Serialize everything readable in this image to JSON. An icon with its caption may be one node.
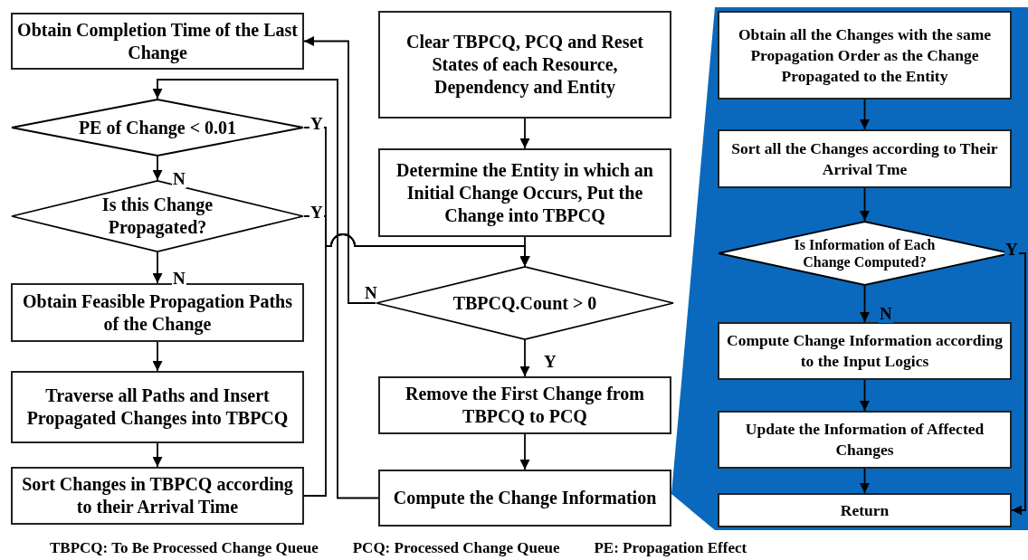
{
  "diagram": {
    "nodes": [
      {
        "text": [
          "Obtain Completion Time of the Last Change"
        ]
      },
      {
        "text": [
          "PE of Change < 0.01"
        ]
      },
      {
        "text": [
          "Is this Change Propagated?"
        ]
      },
      {
        "text": [
          "Obtain Feasible Propagation Paths of the Change"
        ]
      },
      {
        "text": [
          "Traverse all Paths and Insert Propagated Changes into TBPCQ"
        ]
      },
      {
        "text": [
          "Sort Changes in TBPCQ according to their Arrival Time"
        ]
      },
      {
        "text": [
          "Clear TBPCQ, PCQ and Reset States of each Resource, Dependency and Entity"
        ]
      },
      {
        "text": [
          "Determine the Entity in which an Initial Change Occurs, Put the Change into TBPCQ"
        ]
      },
      {
        "text": [
          "TBPCQ.Count > 0"
        ]
      },
      {
        "text": [
          "Remove the First Change from TBPCQ to PCQ"
        ]
      },
      {
        "text": [
          "Compute the Change Information"
        ]
      },
      {
        "text": [],
        "shape": "box"
      },
      {
        "text": [
          "Obtain all the Changes with the same Propagation Order  as the Change Propagated to the Entity"
        ],
        "in": 11
      },
      {
        "text": [
          "Sort all the Changes according to Their Arrival Tme"
        ],
        "in": 11
      },
      {
        "text": [
          "Is Information of Each Change Computed?"
        ],
        "in": 11
      },
      {
        "text": [
          "Compute Change Information according to the Input Logics"
        ],
        "in": 11
      },
      {
        "text": [
          "Update the Information of Affected Changes"
        ],
        "in": 11
      },
      {
        "text": [
          "Return"
        ],
        "in": 11
      }
    ],
    "edges": [
      {
        "from": 1,
        "to": 2,
        "arrow": "to",
        "label": "N"
      },
      {
        "from": 2,
        "to": 3,
        "arrow": "to",
        "label": "N"
      },
      {
        "from": 3,
        "to": 4,
        "arrow": "to"
      },
      {
        "from": 4,
        "to": 5,
        "arrow": "to"
      },
      {
        "from": 1,
        "to": 8,
        "arrow": "to",
        "label": "Y"
      },
      {
        "from": 2,
        "to": 8,
        "arrow": "to",
        "label": "Y"
      },
      {
        "from": 5,
        "to": 8,
        "arrow": "to"
      },
      {
        "from": 6,
        "to": 7,
        "arrow": "to"
      },
      {
        "from": 7,
        "to": 8,
        "arrow": "to"
      },
      {
        "from": 8,
        "to": 0,
        "arrow": "to",
        "label": "N"
      },
      {
        "from": 8,
        "to": 9,
        "arrow": "to",
        "label": "Y"
      },
      {
        "from": 9,
        "to": 10,
        "arrow": "to"
      },
      {
        "from": 10,
        "to": 1,
        "arrow": "to"
      },
      {
        "from": 12,
        "to": 13,
        "arrow": "to"
      },
      {
        "from": 13,
        "to": 14,
        "arrow": "to"
      },
      {
        "from": 14,
        "to": 15,
        "arrow": "to",
        "label": "N"
      },
      {
        "from": 15,
        "to": 16,
        "arrow": "to"
      },
      {
        "from": 16,
        "to": 17,
        "arrow": "to"
      },
      {
        "from": 14,
        "to": 17,
        "arrow": "to",
        "label": "Y"
      }
    ],
    "labels": [
      "TBPCQ: To Be Processed Change Queue",
      "PCQ: Processed Change Queue",
      "PE: Propagation Effect"
    ]
  }
}
